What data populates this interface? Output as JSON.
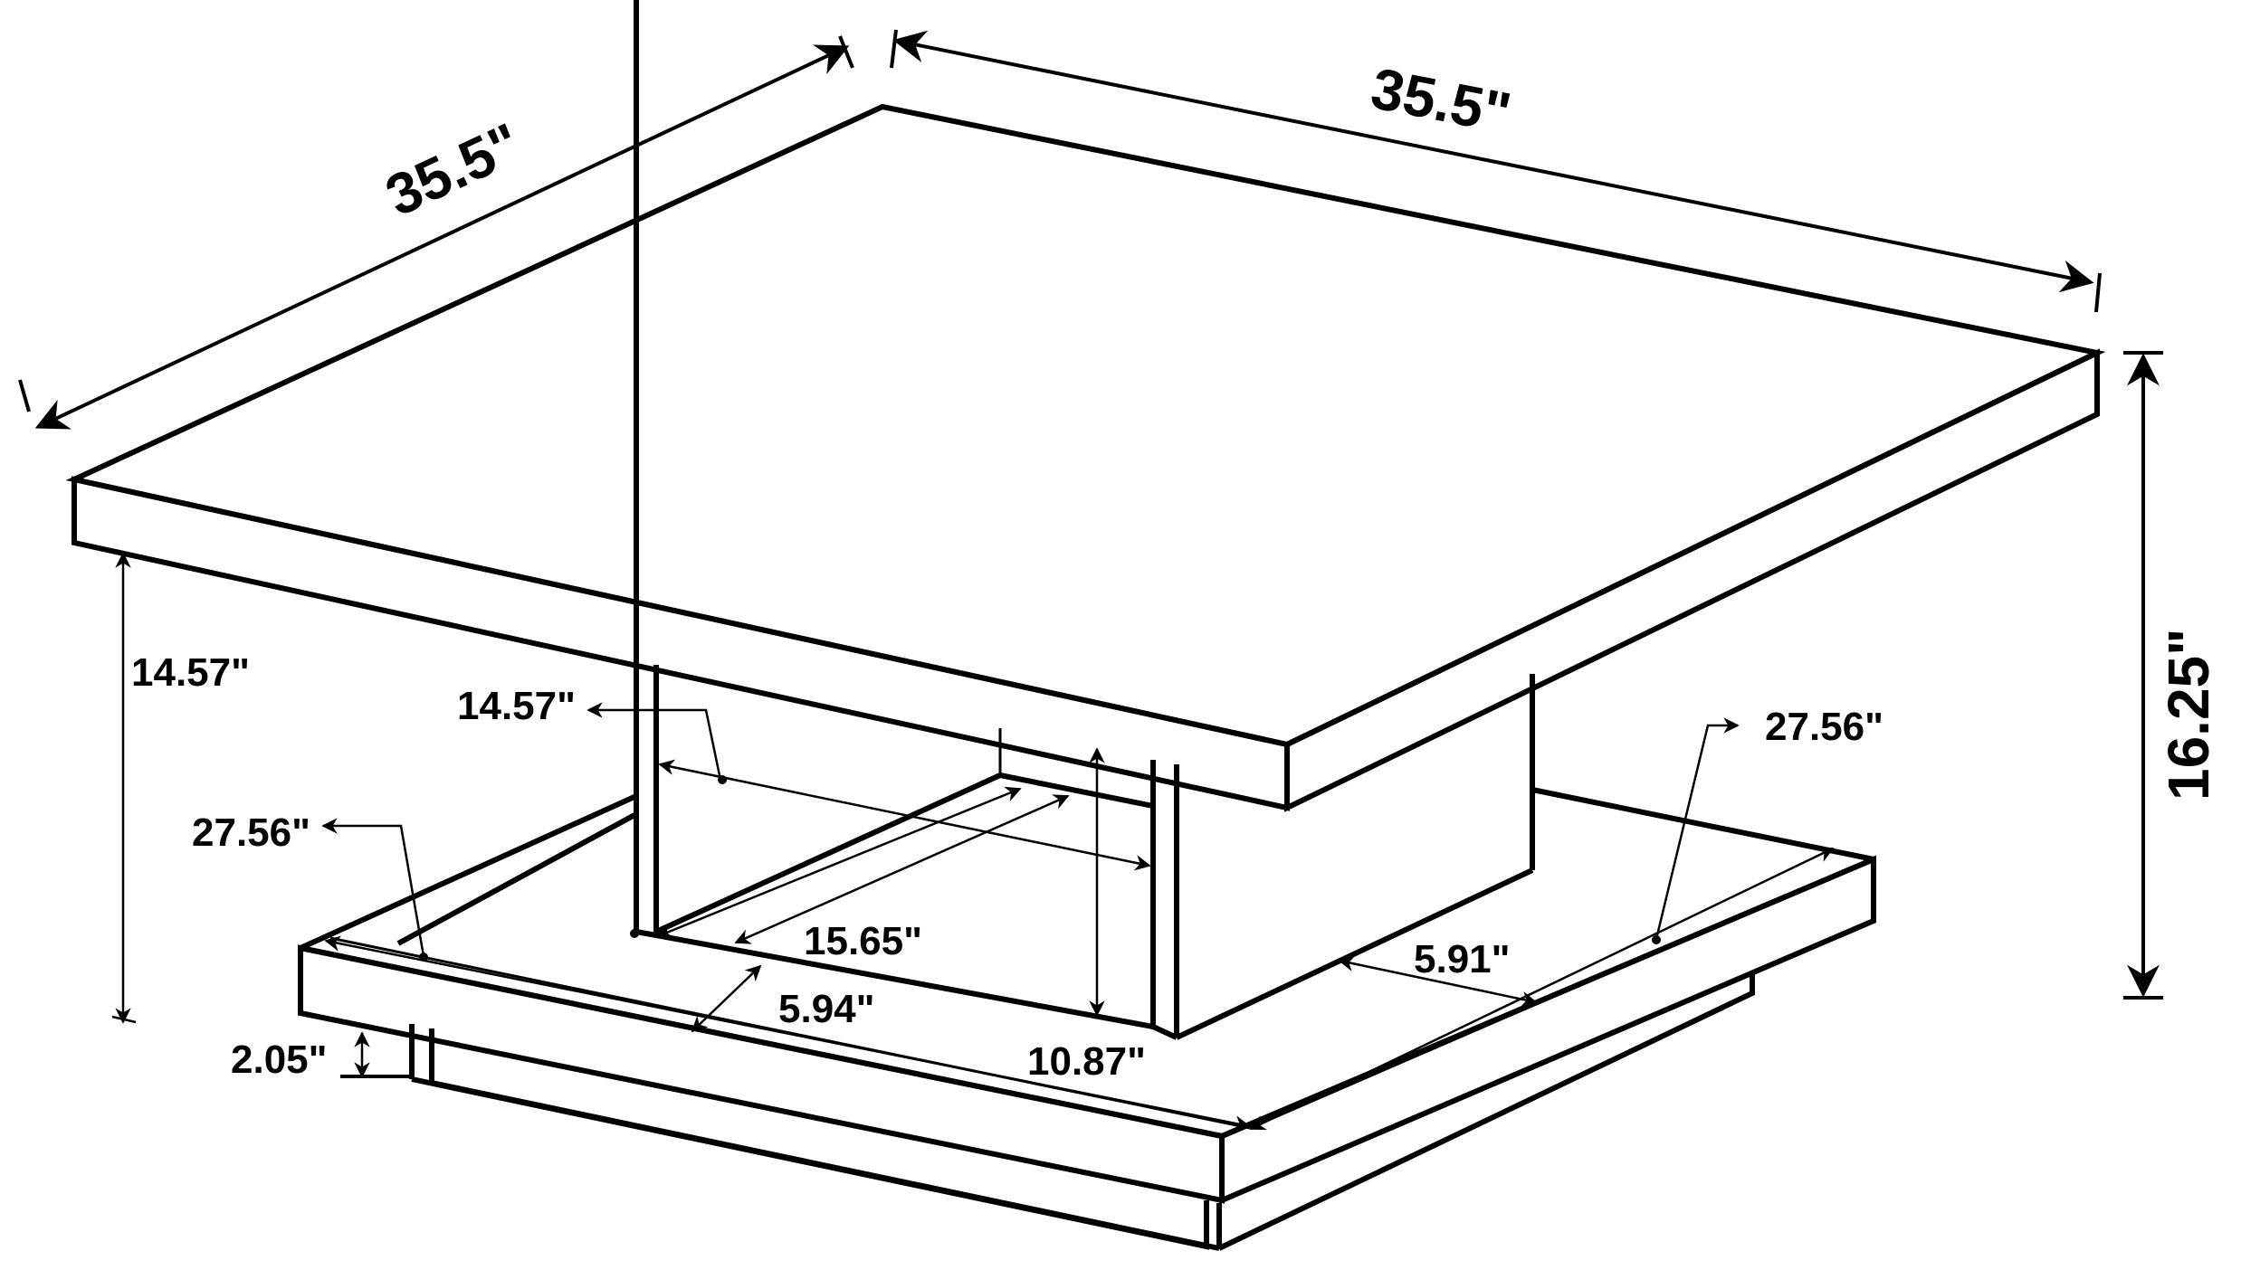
{
  "diagram": {
    "subject": "Square coffee table with pedestal base",
    "units": "inches",
    "line_color": "#000000",
    "background": "#ffffff",
    "dimensions": {
      "top_depth": "35.5\"",
      "top_width": "35.5\"",
      "overall_height": "16.25\"",
      "clearance_height": "14.57\"",
      "pedestal_width": "14.57\"",
      "base_depth": "27.56\"",
      "base_width": "27.56\"",
      "pedestal_depth": "15.65\"",
      "front_ledge": "5.94\"",
      "side_ledge": "5.91\"",
      "pedestal_height": "10.87\"",
      "base_thickness": "2.05\""
    }
  }
}
